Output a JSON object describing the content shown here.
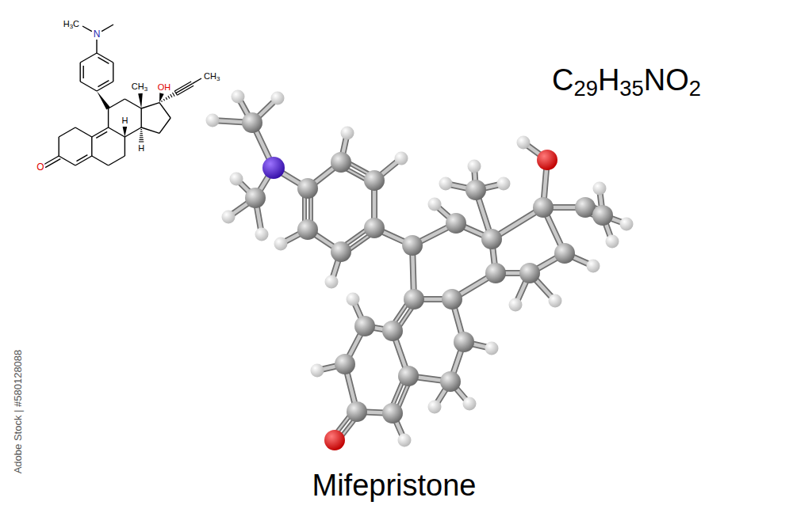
{
  "diagram": {
    "title": "Mifepristone",
    "labels": [
      "C29H35NO2",
      "H3C",
      "N",
      "OH",
      "CH3",
      "CH3",
      "H",
      "H",
      "O",
      "Adobe Stock | #580128088"
    ]
  }
}
